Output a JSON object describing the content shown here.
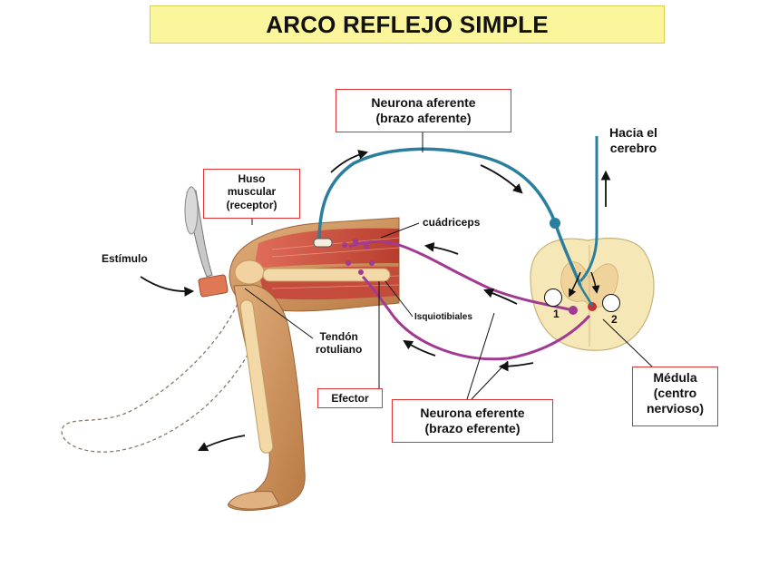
{
  "title": "ARCO REFLEJO SIMPLE",
  "labels": {
    "afferent_line1": "Neurona aferente",
    "afferent_line2": "(brazo aferente)",
    "towards_brain_line1": "Hacia el",
    "towards_brain_line2": "cerebro",
    "spindle_line1": "Huso",
    "spindle_line2": "muscular",
    "spindle_line3": "(receptor)",
    "quadriceps": "cuádriceps",
    "stimulus": "Estímulo",
    "hamstrings": "Isquiotibiales",
    "tendon_line1": "Tendón",
    "tendon_line2": "rotuliano",
    "effector": "Efector",
    "efferent_line1": "Neurona eferente",
    "efferent_line2": "(brazo eferente)",
    "medulla_line1": "Médula",
    "medulla_line2": "(centro",
    "medulla_line3": "nervioso)",
    "marker_1": "1",
    "marker_2": "2"
  },
  "colors": {
    "title_bg": "#fbf59b",
    "box_border": "#e03232",
    "afferent_neuron": "#2a7f9e",
    "efferent_neuron": "#a03a92",
    "muscle": "#c94a3c",
    "skin": "#d6a06b",
    "spinal_cord": "#f6e7b6"
  }
}
